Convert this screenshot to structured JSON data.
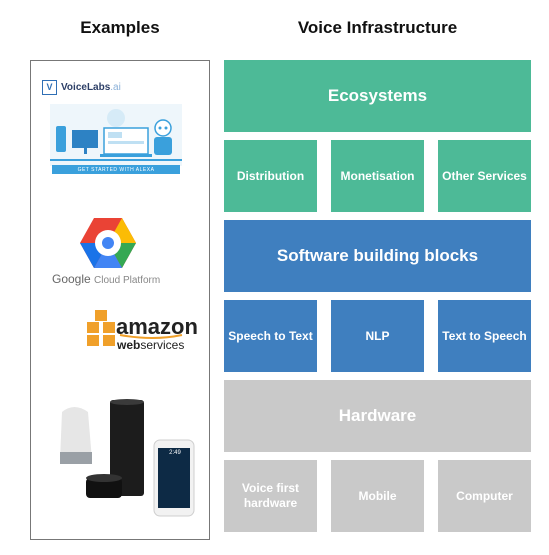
{
  "headings": {
    "examples": "Examples",
    "voice_infrastructure": "Voice Infrastructure"
  },
  "examples": {
    "voicelabs": {
      "badge_letter": "V",
      "name": "VoiceLabs",
      "suffix": ".ai",
      "banner_caption": "GET STARTED WITH ALEXA"
    },
    "google_cloud": {
      "google": "Google",
      "cloud_platform": "Cloud Platform"
    },
    "amazon": {
      "wordmark": "amazon",
      "sub_web": "web",
      "sub_services": "services"
    },
    "phone_time": "2:49"
  },
  "stack": {
    "ecosystems": {
      "title": "Ecosystems",
      "items": [
        "Distribution",
        "Monetisation",
        "Other Services"
      ]
    },
    "software": {
      "title": "Software building blocks",
      "items": [
        "Speech to Text",
        "NLP",
        "Text to Speech"
      ]
    },
    "hardware": {
      "title": "Hardware",
      "items": [
        "Voice first hardware",
        "Mobile",
        "Computer"
      ]
    }
  },
  "colors": {
    "green": "#4dba97",
    "blue": "#3f7fbf",
    "grey": "#c9c9c9"
  }
}
